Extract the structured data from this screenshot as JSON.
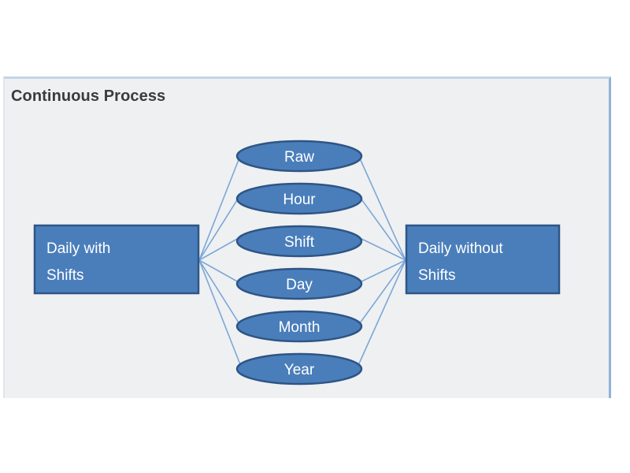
{
  "panel": {
    "title": "Continuous Process",
    "background_color": "#eff0f2",
    "border_color": "#8fb2d8"
  },
  "theme": {
    "shape_fill": "#4a7ebb",
    "shape_border": "#2e5585",
    "shape_text_color": "#ffffff",
    "connector_color": "#7ba7d7",
    "title_color": "#3b3b3b",
    "page_background": "#ffffff"
  },
  "diagram": {
    "type": "hub-and-spoke-flow",
    "left_node": {
      "name": "daily-with-shifts",
      "label_line1": "Daily with",
      "label_line2": "Shifts",
      "shape": "rectangle"
    },
    "right_node": {
      "name": "daily-without-shifts",
      "label_line1": "Daily without",
      "label_line2": "Shifts",
      "shape": "rectangle"
    },
    "middle_nodes": [
      {
        "name": "raw",
        "label": "Raw",
        "shape": "ellipse"
      },
      {
        "name": "hour",
        "label": "Hour",
        "shape": "ellipse"
      },
      {
        "name": "shift",
        "label": "Shift",
        "shape": "ellipse"
      },
      {
        "name": "day",
        "label": "Day",
        "shape": "ellipse"
      },
      {
        "name": "month",
        "label": "Month",
        "shape": "ellipse"
      },
      {
        "name": "year",
        "label": "Year",
        "shape": "ellipse"
      }
    ]
  }
}
